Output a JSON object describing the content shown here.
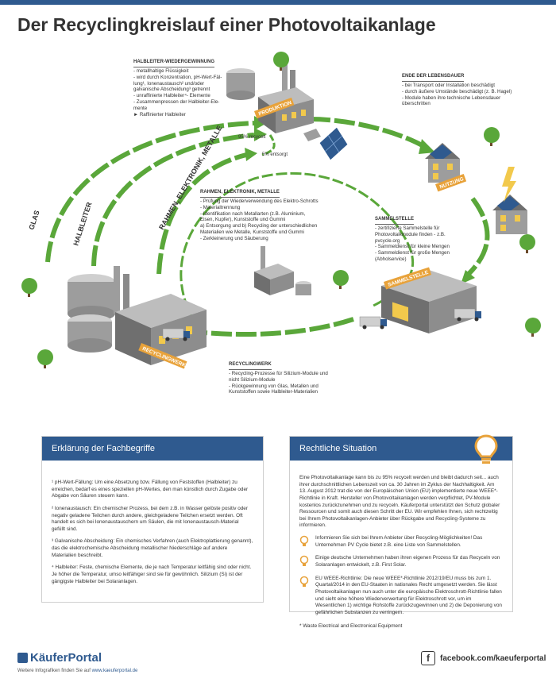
{
  "title": "Der Recyclingkreislauf einer Photovoltaikanlage",
  "colors": {
    "accent": "#2f5a8f",
    "arrow": "#5aa73a",
    "label": "#e8a23a"
  },
  "diagram": {
    "stations": {
      "produktion": "PRODUKTION",
      "nutzung": "NUTZUNG",
      "sammelstelle": "SAMMELSTELLE",
      "recyclingwerk": "RECYCLINGWERK"
    },
    "arc_labels": {
      "glas": "GLAS",
      "halbleiter": "HALBLEITER",
      "rahmen": "RAHMEN, ELEKTRONIK, METALLE"
    },
    "percent_recycled": "95% recycelt",
    "percent_disposed": "5% entsorgt"
  },
  "notes": {
    "halbleiter": {
      "title": "HALBLEITER-WIEDERGEWINNUNG",
      "items": [
        "- metallhaltige Flüssigkeit",
        "- wird durch Konzentration, pH-Wert-Fäl-",
        "lung¹, Ionenaustausch² und/oder",
        "galvanische Abscheidung³ getrennt",
        "- unraffinierte Halbleiter⁴- Elemente",
        "- Zusammenpressen der Halbleiter-Ele-",
        "mente",
        "► Raffinierter Halbleiter"
      ]
    },
    "ende": {
      "title": "ENDE DER LEBENSDAUER",
      "items": [
        "- bei Transport oder Installation beschädigt",
        "- durch äußere Umstände beschädigt (z. B. Hagel)",
        "- Module haben ihre technische Lebensdauer",
        "überschritten"
      ]
    },
    "rahmen": {
      "title": "RAHMEN, ELEKTRONIK, METALLE",
      "items": [
        "- Prüfung der Wiederverwendung des Elektro-Schrotts",
        "- Materialtrennung",
        "- Identifikation nach Metallarten (z.B. Aluminium,",
        "Eisen, Kupfer), Kunststoffe und Gummi",
        "a) Entsorgung und b) Recycling der unterschiedlichen",
        "Materialien wie Metalle, Kunststoffe und Gummi",
        "- Zerkleinerung und Säuberung"
      ]
    },
    "sammelstelle": {
      "title": "SAMMELSTELLE",
      "items": [
        "- zertifizierte Sammelstelle für",
        "Photovoltaikmodule finden - z.B.",
        "pvcycle.org",
        "- Sammeldienst für kleine Mengen",
        "- Sammeldienst für große Mengen",
        "(Abholservice)"
      ]
    },
    "recyclingwerk": {
      "title": "RECYCLINGWERK",
      "items": [
        "- Recycling-Prozesse für Silizium-Module und",
        "nicht Silizium-Module",
        "- Rückgewinnung von Glas, Metallen und",
        "Kunststoffen sowie Halbleiter-Materialien"
      ]
    }
  },
  "panel_left": {
    "title": "Erklärung der Fachbegriffe",
    "paragraphs": [
      "¹ pH-Wert-Fällung: Um eine Absetzung bzw. Fällung von Feststoffen (Halbleiter) zu erreichen, bedarf es eines speziellen pH-Wertes, den man künstlich durch Zugabe oder Abgabe von Säuren steuern kann.",
      "² Ionenaustausch: Ein chemischer Prozess, bei dem z.B. in Wasser gelöste positiv oder negativ geladene Teilchen durch andere, gleichgeladene Teilchen ersetzt werden. Oft handelt es sich bei Ionenaustauschern um Säulen, die mit Ionenaustausch-Material gefüllt sind.",
      "³ Galvanische Abscheidung: Ein chemisches Verfahren (auch Elektroplattierung genannt), das die elektrochemische Abscheidung metallischer Niederschläge auf andere Materialien beschreibt.",
      "⁴ Halbleiter: Feste, chemische Elemente, die je nach Temperatur leitfähig sind oder nicht. Je höher die Temperatur, umso leitfähiger sind sie für gewöhnlich. Silizium (Si) ist der gängigste Halbleiter bei Solaranlagen."
    ]
  },
  "panel_right": {
    "title": "Rechtliche Situation",
    "intro": "Eine Photovoltaikanlage kann bis zu 95% recycelt werden und bleibt dadurch seit... auch ihrer durchschnittlichen Lebenszeit von ca. 30 Jahren im Zyklus der Nachhaltigkeit. Am 13. August 2012 trat die von der Europäischen Union (EU) implementierte neue WEEE*-Richtlinie in Kraft. Hersteller von Photovoltaikanlagen werden verpflichtet, PV-Module kostenlos zurückzunehmen und zu recyceln. Käuferportal unterstützt den Schutz globaler Ressourcen und somit auch diesen Schritt der EU. Wir empfehlen Ihnen, sich rechtzeitig bei Ihrem Photovoltaikanlagen-Anbieter über Rückgabe und Recycling-Systeme zu informieren.",
    "tips": [
      "Informieren Sie sich bei Ihrem Anbieter über Recycling-Möglichkeiten! Das Unternehmen PV Cycle bietet z.B. eine Liste von Sammelstellen.",
      "Einige deutsche Unternehmen haben ihren eigenen Prozess für das Recyceln von Solaranlagen entwickelt, z.B. First Solar.",
      "EU WEEE-Richtlinie: Die neue WEEE*-Richtlinie 2012/19/EU muss bis zum 1. Quartal/2014 in den EU-Staaten in nationales Recht umgesetzt werden. Sie lässt Photovoltaikanlagen nun auch unter die europäische Elektroschrott-Richtlinie fallen und sieht eine höhere Wiederverwertung für Elektroschrott vor, um im Wesentlichen 1) wichtige Rohstoffe zurückzugewinnen und 2) die Deponierung von gefährlichen Substanzen zu verringern."
    ],
    "footnote": "* Waste Electrical and Electronical Equipment"
  },
  "footer": {
    "logo": "KäuferPortal",
    "more_text": "Weitere Infografiken finden Sie auf",
    "link": "www.kaeuferportal.de",
    "facebook": "facebook.com/kaeuferportal"
  }
}
